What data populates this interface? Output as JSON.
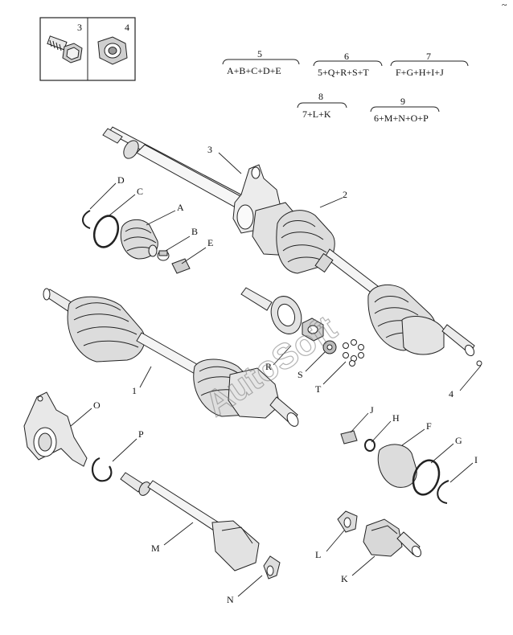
{
  "inset": {
    "label_bolt": "3",
    "label_nut": "4"
  },
  "kits": [
    {
      "id": "5",
      "formula": "A+B+C+D+E"
    },
    {
      "id": "6",
      "formula": "5+Q+R+S+T"
    },
    {
      "id": "7",
      "formula": "F+G+H+I+J"
    },
    {
      "id": "8",
      "formula": "7+L+K"
    },
    {
      "id": "9",
      "formula": "6+M+N+O+P"
    }
  ],
  "callouts": {
    "c1": "1",
    "c2": "2",
    "c3": "3",
    "c4": "4",
    "A": "A",
    "B": "B",
    "C": "C",
    "D": "D",
    "E": "E",
    "F": "F",
    "G": "G",
    "H": "H",
    "I": "I",
    "J": "J",
    "K": "K",
    "L": "L",
    "M": "M",
    "N": "N",
    "O": "O",
    "P": "P",
    "R": "R",
    "S": "S",
    "T": "T"
  },
  "watermark": "AutoSoft",
  "corner_mark": "~"
}
